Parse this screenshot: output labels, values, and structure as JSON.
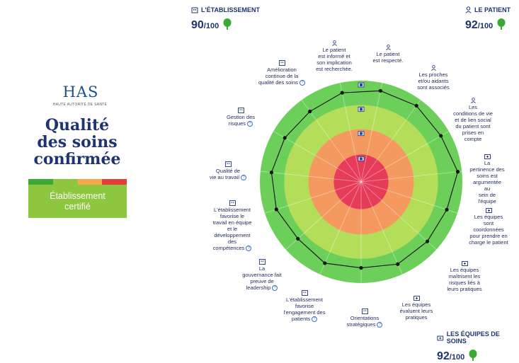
{
  "logo": {
    "text": "HAS",
    "subtitle": "HAUTE AUTORITÉ DE SANTÉ"
  },
  "certification": {
    "title_line1": "Qualité",
    "title_line2": "des soins",
    "title_line3": "confirmée",
    "badge_line1": "Établissement",
    "badge_line2": "certifié",
    "bar_colors": [
      "#3aaa35",
      "#8dc63f",
      "#f7a64a",
      "#e63c3c"
    ],
    "badge_color": "#8dc63f"
  },
  "scores": {
    "etablissement": {
      "label": "L'ÉTABLISSEMENT",
      "value": "90",
      "max": "/100"
    },
    "patient": {
      "label": "LE PATIENT",
      "value": "92",
      "max": "/100"
    },
    "equipes": {
      "label": "LES ÉQUIPES DE SOINS",
      "value": "92",
      "max": "/100"
    }
  },
  "chart_data": {
    "type": "radar",
    "rings": [
      "#e63c5a",
      "#f49a60",
      "#b4de5a",
      "#6ccf5a"
    ],
    "ring_colors_note": "",
    "categories": [
      "Le patient est informé et son implication est recherchée.",
      "Le patient est respecté.",
      "Les proches et/ou aidants sont associés",
      "Les conditions de vie et de lien social du patient sont prises en compte",
      "La pertinence des soins est argumentée au sein de l'équipe",
      "Les équipes sont coordonnées pour prendre en charge le patient",
      "Les équipes maîtrisent les risques liés à leurs pratiques",
      "Les équipes évaluent leurs pratiques",
      "Orientations stratégiques",
      "L'établissement favorise l'engagement des patients",
      "La gouvernance fait preuve de leadership",
      "L'établissement favorise le travail en équipe et le développement des compétences",
      "Qualité de vie au travail",
      "Gestion des risques",
      "Amélioration continue de la qualité des soins"
    ],
    "values": [
      90,
      92,
      93,
      91,
      96,
      89,
      88,
      89,
      85,
      88,
      84,
      88,
      89,
      87,
      86
    ],
    "rlim": [
      0,
      100
    ]
  },
  "labels": {
    "c0": [
      "Le patient",
      "est informé et",
      "son implication",
      "est recherchée."
    ],
    "c1": [
      "Le patient",
      "est respecté."
    ],
    "c2": [
      "Les proches",
      "et/ou aidants",
      "sont associés"
    ],
    "c3": [
      "Les",
      "conditions de vie",
      "et de lien social",
      "du patient sont",
      "prises en",
      "compte"
    ],
    "c4": [
      "La",
      "pertinence des",
      "soins est",
      "argumentée au",
      "sein de l'équipe"
    ],
    "c5": [
      "Les équipes",
      "sont",
      "coordonnées",
      "pour prendre en",
      "charge le patient"
    ],
    "c6": [
      "Les équipes",
      "maîtrisent les",
      "risques liés à",
      "leurs pratiques"
    ],
    "c7": [
      "Les équipes",
      "évaluent leurs",
      "pratiques"
    ],
    "c8": [
      "Orientations",
      "stratégiques"
    ],
    "c9": [
      "L'établissement",
      "favorise",
      "l'engagement des",
      "patients"
    ],
    "c10": [
      "La",
      "gouvernance fait",
      "preuve de",
      "leadership"
    ],
    "c11": [
      "L'établissement",
      "favorise le",
      "travail en équipe",
      "et le",
      "développement",
      "des",
      "compétences"
    ],
    "c12": [
      "Qualité de",
      "vie au travail"
    ],
    "c13": [
      "Gestion des",
      "risques"
    ],
    "c14": [
      "Amélioration",
      "continue de la",
      "qualité des soins"
    ]
  },
  "icons": {
    "patient": "person-icon",
    "etablissement": "building-icon",
    "equipes": "medical-case-icon",
    "score": "tree-icon",
    "help": "question-icon"
  }
}
